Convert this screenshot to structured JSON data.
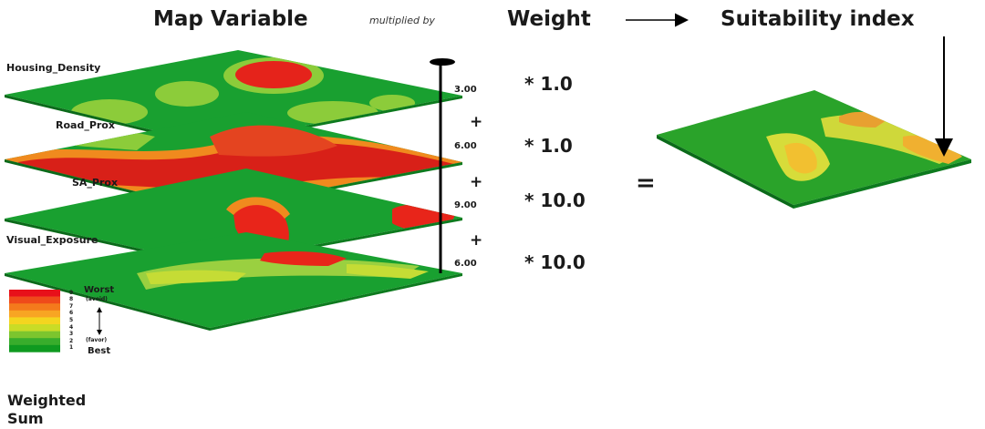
{
  "header": {
    "map_variable": "Map Variable",
    "multiplied_by": "multiplied by",
    "weight": "Weight",
    "suitability_index": "Suitability index"
  },
  "layers": [
    {
      "name": "Housing_Density",
      "axis_value": "3.00",
      "weight": "* 1.0"
    },
    {
      "name": "Road_Prox",
      "axis_value": "6.00",
      "weight": "* 1.0"
    },
    {
      "name": "SA_Prox",
      "axis_value": "9.00",
      "weight": "* 10.0"
    },
    {
      "name": "Visual_Exposure",
      "axis_value": "6.00",
      "weight": "* 10.0"
    }
  ],
  "operators": {
    "plus": "+",
    "equals": "="
  },
  "legend": {
    "worst": "Worst",
    "avoid": "(avoid)",
    "favor": "(favor)",
    "best": "Best",
    "numbers": [
      "9",
      "8",
      "7",
      "6",
      "5",
      "4",
      "3",
      "2",
      "1"
    ],
    "colors": [
      "#e8101a",
      "#ef4a1a",
      "#f47a1c",
      "#f8a523",
      "#f4d51f",
      "#c9dc26",
      "#7cc52e",
      "#38ad2c",
      "#0f9a20"
    ]
  },
  "footer": {
    "line1": "Weighted",
    "line2": "Sum"
  },
  "colors": {
    "green": "#11a02a",
    "red": "#e0201a",
    "orange": "#f08a1e",
    "yellow": "#e8e23a"
  }
}
